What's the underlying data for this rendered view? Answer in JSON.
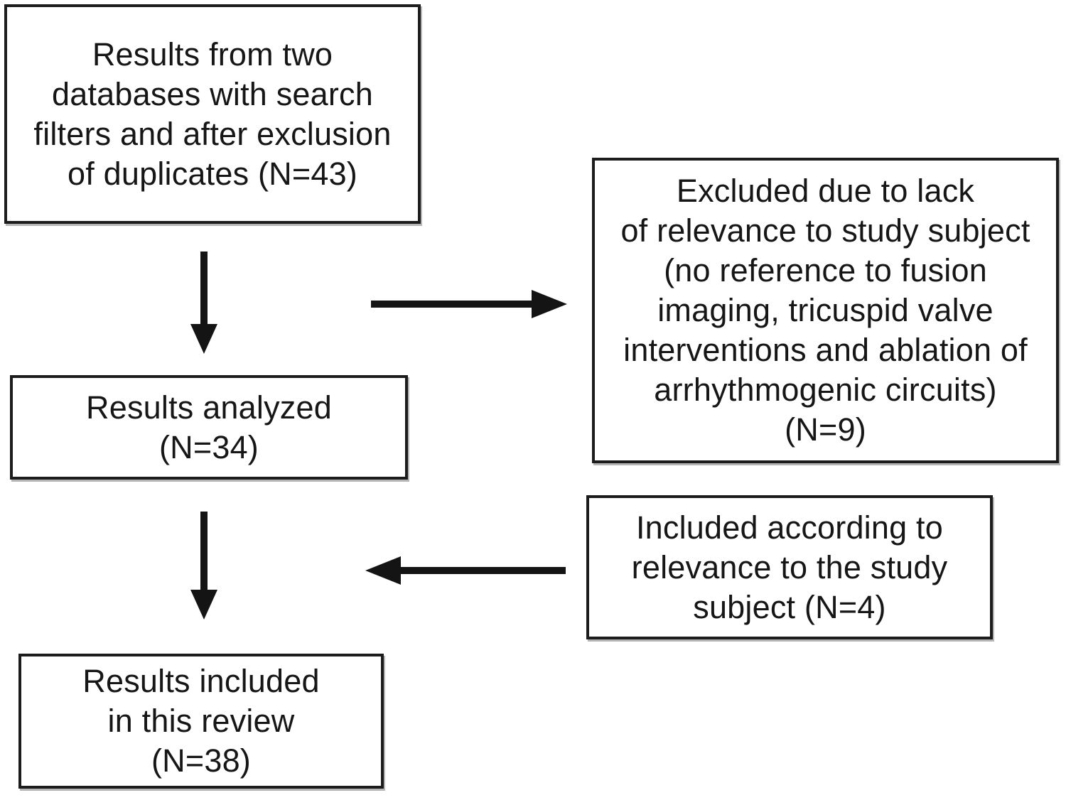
{
  "figure": {
    "background": "#ffffff",
    "colors": {
      "box_border": "#1c1c1c",
      "box_background": "#ffffff",
      "text": "#161616",
      "arrow": "#141414"
    },
    "nodes": {
      "source": {
        "lines": [
          "Results from two",
          "databases with search",
          "filters and after exclusion",
          "of duplicates (N=43)"
        ],
        "n": 43
      },
      "excluded": {
        "lines": [
          "Excluded due to lack",
          "of relevance to study subject",
          "(no reference to fusion",
          "imaging, tricuspid valve",
          "interventions and ablation of",
          "arrhythmogenic circuits)",
          "(N=9)"
        ],
        "n": 9
      },
      "analyzed": {
        "lines": [
          "Results analyzed",
          "(N=34)"
        ],
        "n": 34
      },
      "included": {
        "lines": [
          "Included according to",
          "relevance to the study",
          "subject (N=4)"
        ],
        "n": 4
      },
      "final": {
        "lines": [
          "Results included",
          "in this review",
          "(N=38)"
        ],
        "n": 38
      }
    },
    "arrows": [
      {
        "name": "source-to-analyzed",
        "direction": "down"
      },
      {
        "name": "source-to-excluded",
        "direction": "right"
      },
      {
        "name": "analyzed-to-final",
        "direction": "down"
      },
      {
        "name": "included-to-main-flow",
        "direction": "left"
      }
    ]
  }
}
